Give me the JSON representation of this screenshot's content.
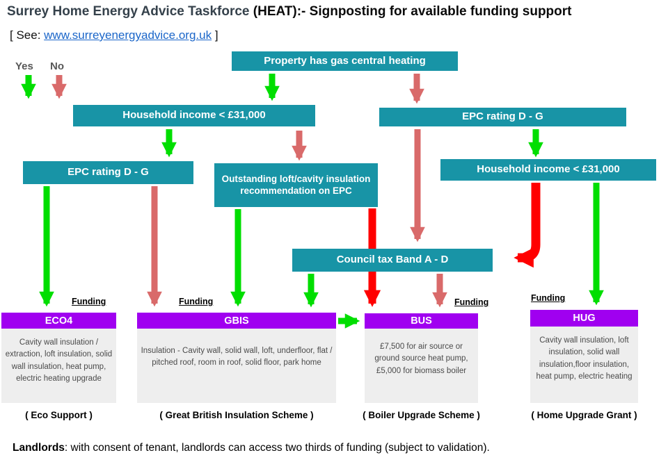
{
  "header": {
    "title_main": "Surrey Home Energy Advice Taskforce",
    "title_rest": "(HEAT):-  Signposting for available funding support",
    "see_prefix": "[ See:",
    "link": "www.surreyenergyadvice.org.uk",
    "see_suffix": "]"
  },
  "legend": {
    "yes": "Yes",
    "no": "No"
  },
  "flow": {
    "property": "Property has gas central heating",
    "income_left": "Household income < £31,000",
    "epc_left": "EPC rating D - G",
    "outstanding": "Outstanding loft/cavity insulation recommendation on EPC",
    "epc_right": "EPC rating D - G",
    "income_right": "Household income < £31,000",
    "council_tax": "Council tax Band A -  D"
  },
  "funding_label": "Funding",
  "schemes": [
    {
      "abbr": "ECO4",
      "desc": "Cavity wall insulation / extraction, loft insulation, solid wall insulation, heat pump, electric heating upgrade",
      "caption": "( Eco Support )"
    },
    {
      "abbr": "GBIS",
      "desc": "Insulation - Cavity wall, solid wall, loft, underfloor, flat / pitched roof, room in roof, solid floor, park home",
      "caption": "( Great British Insulation Scheme )"
    },
    {
      "abbr": "BUS",
      "desc": "£7,500 for air source or ground source heat pump, £5,000 for biomass boiler",
      "caption": "( Boiler Upgrade Scheme )"
    },
    {
      "abbr": "HUG",
      "desc": "Cavity wall insulation, loft insulation, solid wall insulation,floor insulation, heat pump, electric heating",
      "caption": "( Home Upgrade Grant )"
    }
  ],
  "footer": {
    "landlords_bold": "Landlords",
    "landlords_rest": ":  with consent of tenant, landlords can access two thirds of funding (subject to validation)."
  },
  "colors": {
    "teal": "#1894a6",
    "purple": "#a000f0",
    "green": "#00de00",
    "salmon": "#d96a6a",
    "red": "#ff0000",
    "link_blue": "#1b66c9",
    "panel_grey": "#eeeeee"
  }
}
